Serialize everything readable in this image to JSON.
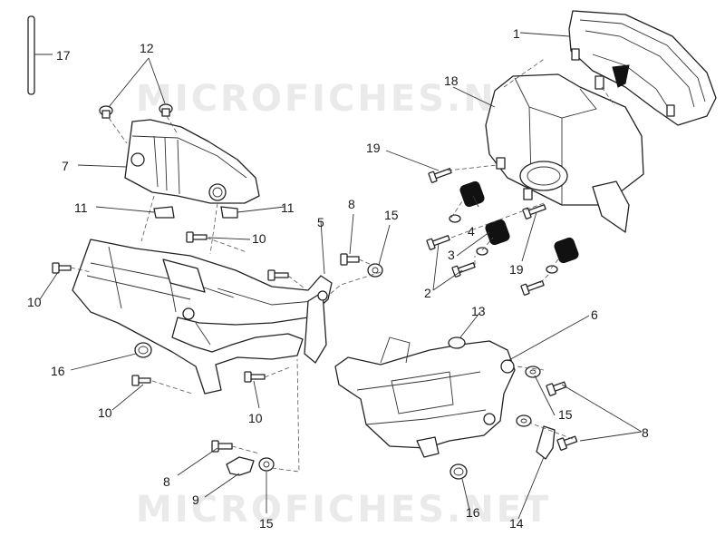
{
  "watermark": "MICROFICHES.NET",
  "callouts": {
    "c1": "1",
    "c2": "2",
    "c3": "3",
    "c4": "4",
    "c5": "5",
    "c6": "6",
    "c7": "7",
    "c8a": "8",
    "c8b": "8",
    "c8c": "8",
    "c9": "9",
    "c10a": "10",
    "c10b": "10",
    "c10c": "10",
    "c10d": "10",
    "c11a": "11",
    "c11b": "11",
    "c12": "12",
    "c13": "13",
    "c14": "14",
    "c15a": "15",
    "c15b": "15",
    "c15c": "15",
    "c16a": "16",
    "c16b": "16",
    "c17": "17",
    "c18": "18",
    "c19a": "19",
    "c19b": "19"
  }
}
